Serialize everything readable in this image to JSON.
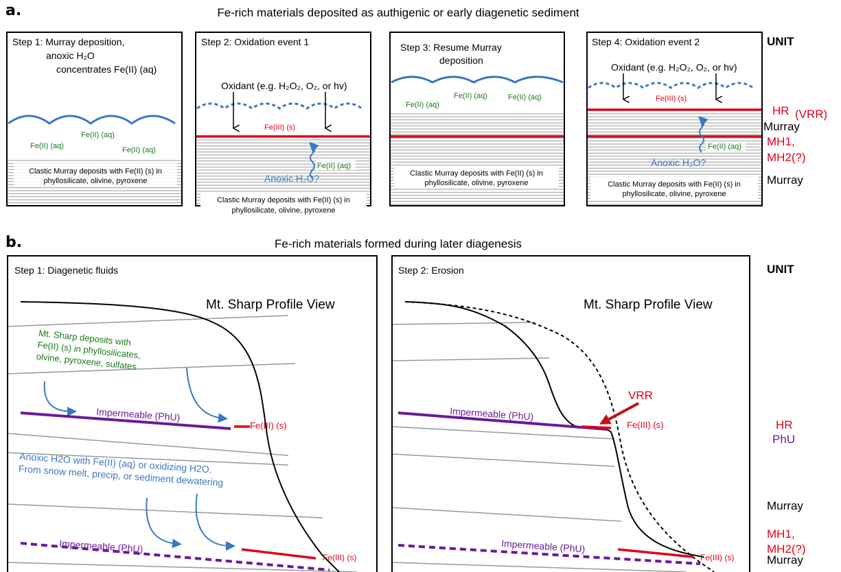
{
  "panel_a": {
    "label": "a.",
    "title": "Fe-rich materials deposited as authigenic or early diagenetic sediment",
    "unit_header": "UNIT",
    "steps": [
      {
        "title_lines": [
          "Step 1: Murray deposition,",
          "anoxic H₂O",
          "concentrates Fe(II) (aq)"
        ],
        "labels": [
          "Fe(II) (aq)",
          "Fe(II) (aq)",
          "Fe(II) (aq)"
        ],
        "deposit_lines": [
          "Clastic Murray deposits with Fe(II) (s) in",
          "phyllosilicate, olivine, pyroxene"
        ]
      },
      {
        "title_lines": [
          "Step 2: Oxidation event 1"
        ],
        "oxidant": "Oxidant (e.g. H₂O₂, O₂, or hv)",
        "fe3": "Fe(III) (s)",
        "fe2": "Fe(II) (aq)",
        "anoxic": "Anoxic H₂O?",
        "deposit_lines": [
          "Clastic Murray deposits with Fe(II) (s) in",
          "phyllosilicate, olivine, pyroxene"
        ]
      },
      {
        "title_lines": [
          "Step 3: Resume Murray",
          "deposition"
        ],
        "labels": [
          "Fe(II) (aq)",
          "Fe(II) (aq)",
          "Fe(II) (aq)"
        ],
        "deposit_lines": [
          "Clastic Murray deposits with Fe(II) (s) in",
          "phyllosilicate, olivine, pyroxene"
        ]
      },
      {
        "title_lines": [
          "Step 4: Oxidation event 2"
        ],
        "oxidant": "Oxidant (e.g. H₂O₂, O₂, or hv)",
        "fe3": "Fe(III) (s)",
        "fe2": "Fe(II) (aq)",
        "anoxic": "Anoxic H₂O?",
        "deposit_lines": [
          "Clastic Murray deposits with Fe(II) (s) in",
          "phyllosilicate, olivine, pyroxene"
        ]
      }
    ],
    "units": [
      {
        "text": "HR",
        "color": "#e0001a"
      },
      {
        "text": "(VRR)",
        "color": "#e0001a"
      },
      {
        "text": "Murray",
        "color": "#000000"
      },
      {
        "text": "MH1,",
        "color": "#e0001a"
      },
      {
        "text": "MH2(?)",
        "color": "#e0001a"
      },
      {
        "text": "Murray",
        "color": "#000000"
      }
    ]
  },
  "panel_b": {
    "label": "b.",
    "title": "Fe-rich materials formed during later diagenesis",
    "unit_header": "UNIT",
    "step1": {
      "title": "Step 1: Diagenetic fluids",
      "profile": "Mt. Sharp Profile View",
      "deposits_lines": [
        "Mt. Sharp deposits with",
        "Fe(II) (s) in phyllosilicates,",
        "olvine, pyroxene, sulfates"
      ],
      "impermeable": "Impermeable (PhU)",
      "fe3": "Fe(III) (s)",
      "anoxic_lines": [
        "Anoxic H2O with Fe(II) (aq) or oxidizing H2O.",
        "From snow melt, precip, or sediment dewatering"
      ],
      "impermeable2": "Impermeable (PhU)",
      "fe3_2": "Fe(III) (s)"
    },
    "step2": {
      "title": "Step 2: Erosion",
      "profile": "Mt. Sharp Profile View",
      "vrr": "VRR",
      "impermeable": "Impermeable (PhU)",
      "fe3": "Fe(III) (s)",
      "impermeable2": "Impermeable (PhU)",
      "fe3_2": "Fe(III) (s)"
    },
    "units": [
      {
        "text": "HR",
        "color": "#e0001a"
      },
      {
        "text": "PhU",
        "color": "#6a1a9a"
      },
      {
        "text": "Murray",
        "color": "#000000"
      },
      {
        "text": "MH1,",
        "color": "#e0001a"
      },
      {
        "text": "MH2(?)",
        "color": "#e0001a"
      },
      {
        "text": "Murray",
        "color": "#000000"
      }
    ]
  },
  "colors": {
    "blue": "#3a78c0",
    "red": "#e0001a",
    "purple": "#6a1a9a",
    "green": "#1a7a1a",
    "strata": "#999999"
  }
}
